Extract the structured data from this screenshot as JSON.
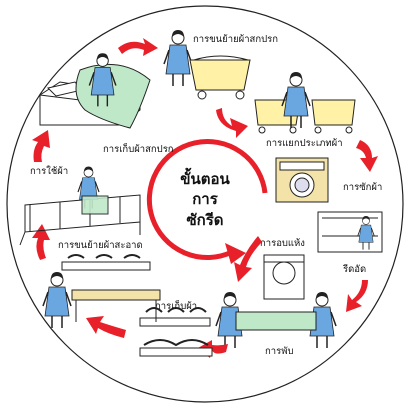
{
  "center_title": [
    "ขั้นตอน",
    "การ",
    "ซักรีด"
  ],
  "steps": {
    "collect": "การเก็บผ้าสกปรก",
    "transport_dirty": "การขนย้ายผ้าสกปรก",
    "sort": "การแยกประเภทผ้า",
    "wash": "การซักผ้า",
    "dry": "การอบแห้ง",
    "iron": "รีดอัด",
    "fold": "การพับ",
    "store": "การเก็บผ้า",
    "transport_clean": "การขนย้ายผ้าสะอาด",
    "use": "การใช้ผ้า"
  },
  "colors": {
    "arrow": "#e8202a",
    "figure_dress": "#6aa6e0",
    "linen_green": "#bfe8c8",
    "cart_yellow": "#fff2a6",
    "tan": "#f3e3a8"
  }
}
